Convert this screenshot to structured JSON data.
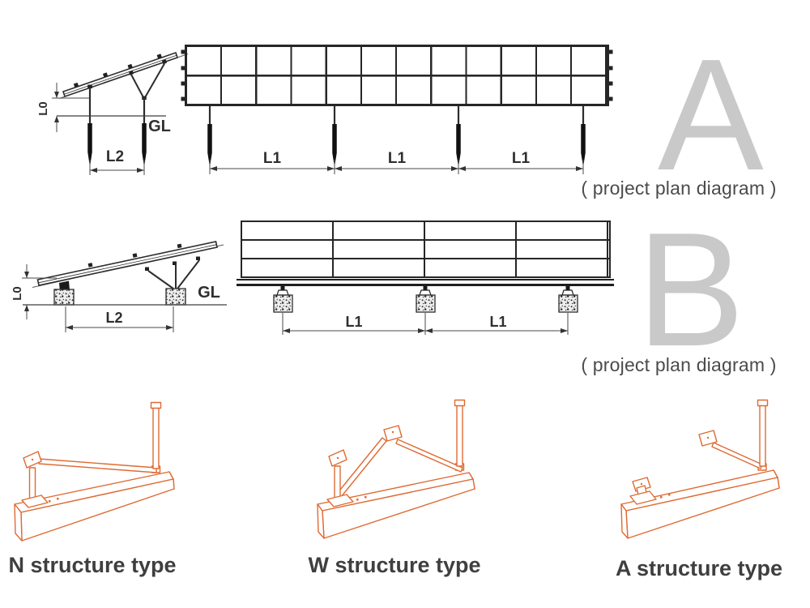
{
  "diagram": {
    "section_a": {
      "letter": "A",
      "caption": "( project plan diagram )"
    },
    "section_b": {
      "letter": "B",
      "caption": "( project plan diagram )"
    },
    "dim_labels": {
      "l0": "L0",
      "l1": "L1",
      "l2": "L2",
      "gl": "GL"
    },
    "structure_types": [
      {
        "label": "N structure type"
      },
      {
        "label": "W structure type"
      },
      {
        "label": "A structure type"
      }
    ],
    "colors": {
      "accent_orange": "#de6b33",
      "letter_gray": "#c9c9c9",
      "diagram_line": "#2d2d2d",
      "text_dark": "#4b4b4b"
    }
  }
}
